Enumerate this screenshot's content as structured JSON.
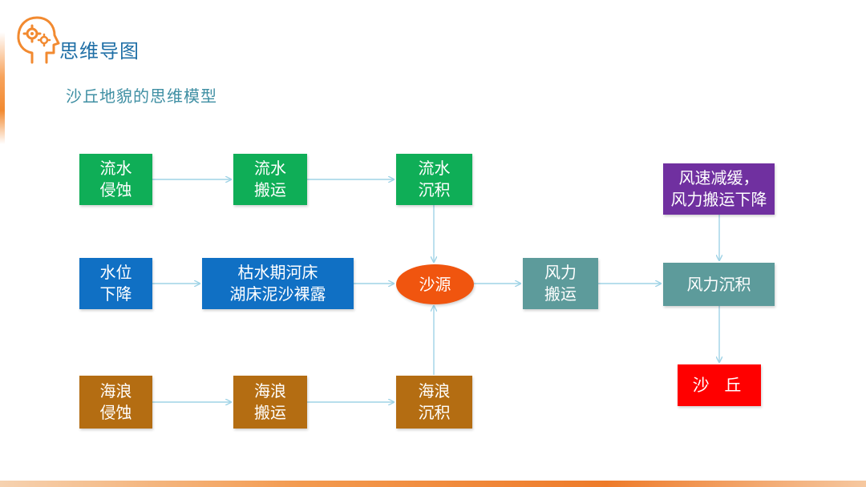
{
  "header": {
    "title": "思维导图"
  },
  "subtitle": "沙丘地貌的思维模型",
  "nodes": {
    "water_erosion": [
      "流水",
      "侵蚀"
    ],
    "water_transport": [
      "流水",
      "搬运"
    ],
    "water_deposit": [
      "流水",
      "沉积"
    ],
    "water_level": [
      "水位",
      "下降"
    ],
    "dry_season": [
      "枯水期河床",
      "湖床泥沙裸露"
    ],
    "sand_source": "沙源",
    "wind_transport": [
      "风力",
      "搬运"
    ],
    "wind_slow": [
      "风速减缓，",
      "风力搬运下降"
    ],
    "wind_deposit": "风力沉积",
    "dune": "沙 丘",
    "wave_erosion": [
      "海浪",
      "侵蚀"
    ],
    "wave_transport": [
      "海浪",
      "搬运"
    ],
    "wave_deposit": [
      "海浪",
      "沉积"
    ]
  },
  "colors": {
    "water": "#0fae57",
    "water_level": "#1070c4",
    "wave": "#b46d12",
    "wind": "#5d9b9b",
    "wind_slow": "#7030a0",
    "source": "#f0550f",
    "dune": "#ff0000",
    "arrow": "#9fd3e6"
  }
}
